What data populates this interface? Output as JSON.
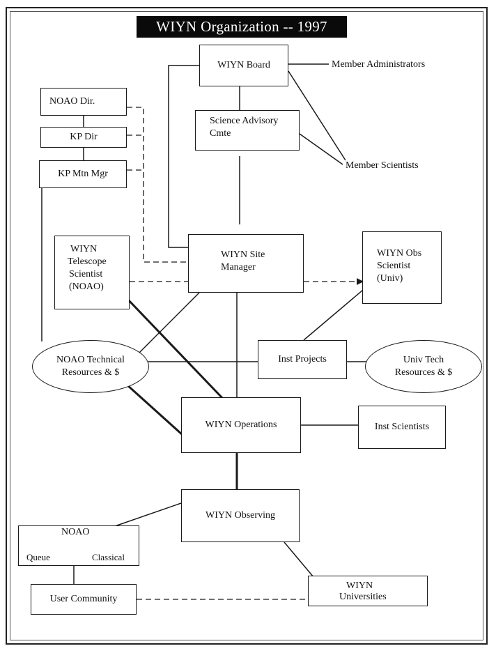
{
  "title": "WIYN Organization -- 1997",
  "nodes": {
    "wiyn_board": "WIYN Board",
    "member_administrators": "Member Administrators",
    "noao_dir": "NOAO  Dir.",
    "kp_dir": "KP  Dir",
    "kp_mtn_mgr": "KP  Mtn Mgr",
    "science_advisory": [
      "Science Advisory",
      "Cmte"
    ],
    "member_scientists": "Member Scientists",
    "telescope_scientist": [
      "WIYN",
      "Telescope",
      "Scientist",
      "(NOAO)"
    ],
    "site_manager": [
      "WIYN Site",
      "Manager"
    ],
    "obs_scientist": [
      "WIYN Obs",
      "Scientist",
      "(Univ)"
    ],
    "noao_tech": [
      "NOAO Technical",
      "Resources  &  $"
    ],
    "inst_projects": "Inst Projects",
    "univ_tech": [
      "Univ Tech",
      "Resources  &  $"
    ],
    "operations": "WIYN Operations",
    "inst_scientists": "Inst Scientists",
    "observing": "WIYN Observing",
    "noao": "NOAO",
    "queue": "Queue",
    "classical": "Classical",
    "user_community": "User Community",
    "wiyn_universities": [
      "WIYN",
      "Universities"
    ]
  }
}
